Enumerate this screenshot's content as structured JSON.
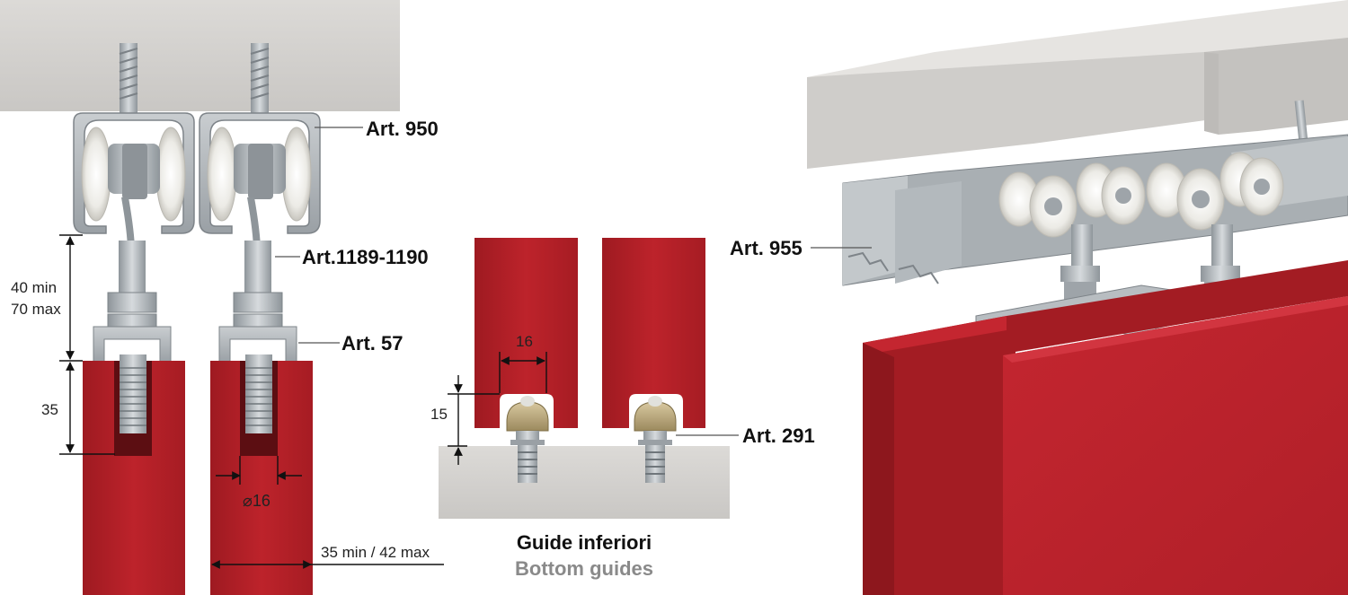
{
  "labels": {
    "art950": "Art. 950",
    "art1189": "Art.1189-1190",
    "art57": "Art. 57",
    "art955": "Art. 955",
    "art291": "Art. 291"
  },
  "dimensions": {
    "hanger_min": "40 min",
    "hanger_max": "70 max",
    "depth": "35",
    "diameter": "⌀16",
    "door_thickness": "35 min / 42 max",
    "gap": "16",
    "guide_height": "15"
  },
  "caption": {
    "it": "Guide inferiori",
    "en": "Bottom guides"
  },
  "colors": {
    "door_red": "#b41e26",
    "concrete": "#d4d2cf",
    "metal": "#a9afb3"
  }
}
